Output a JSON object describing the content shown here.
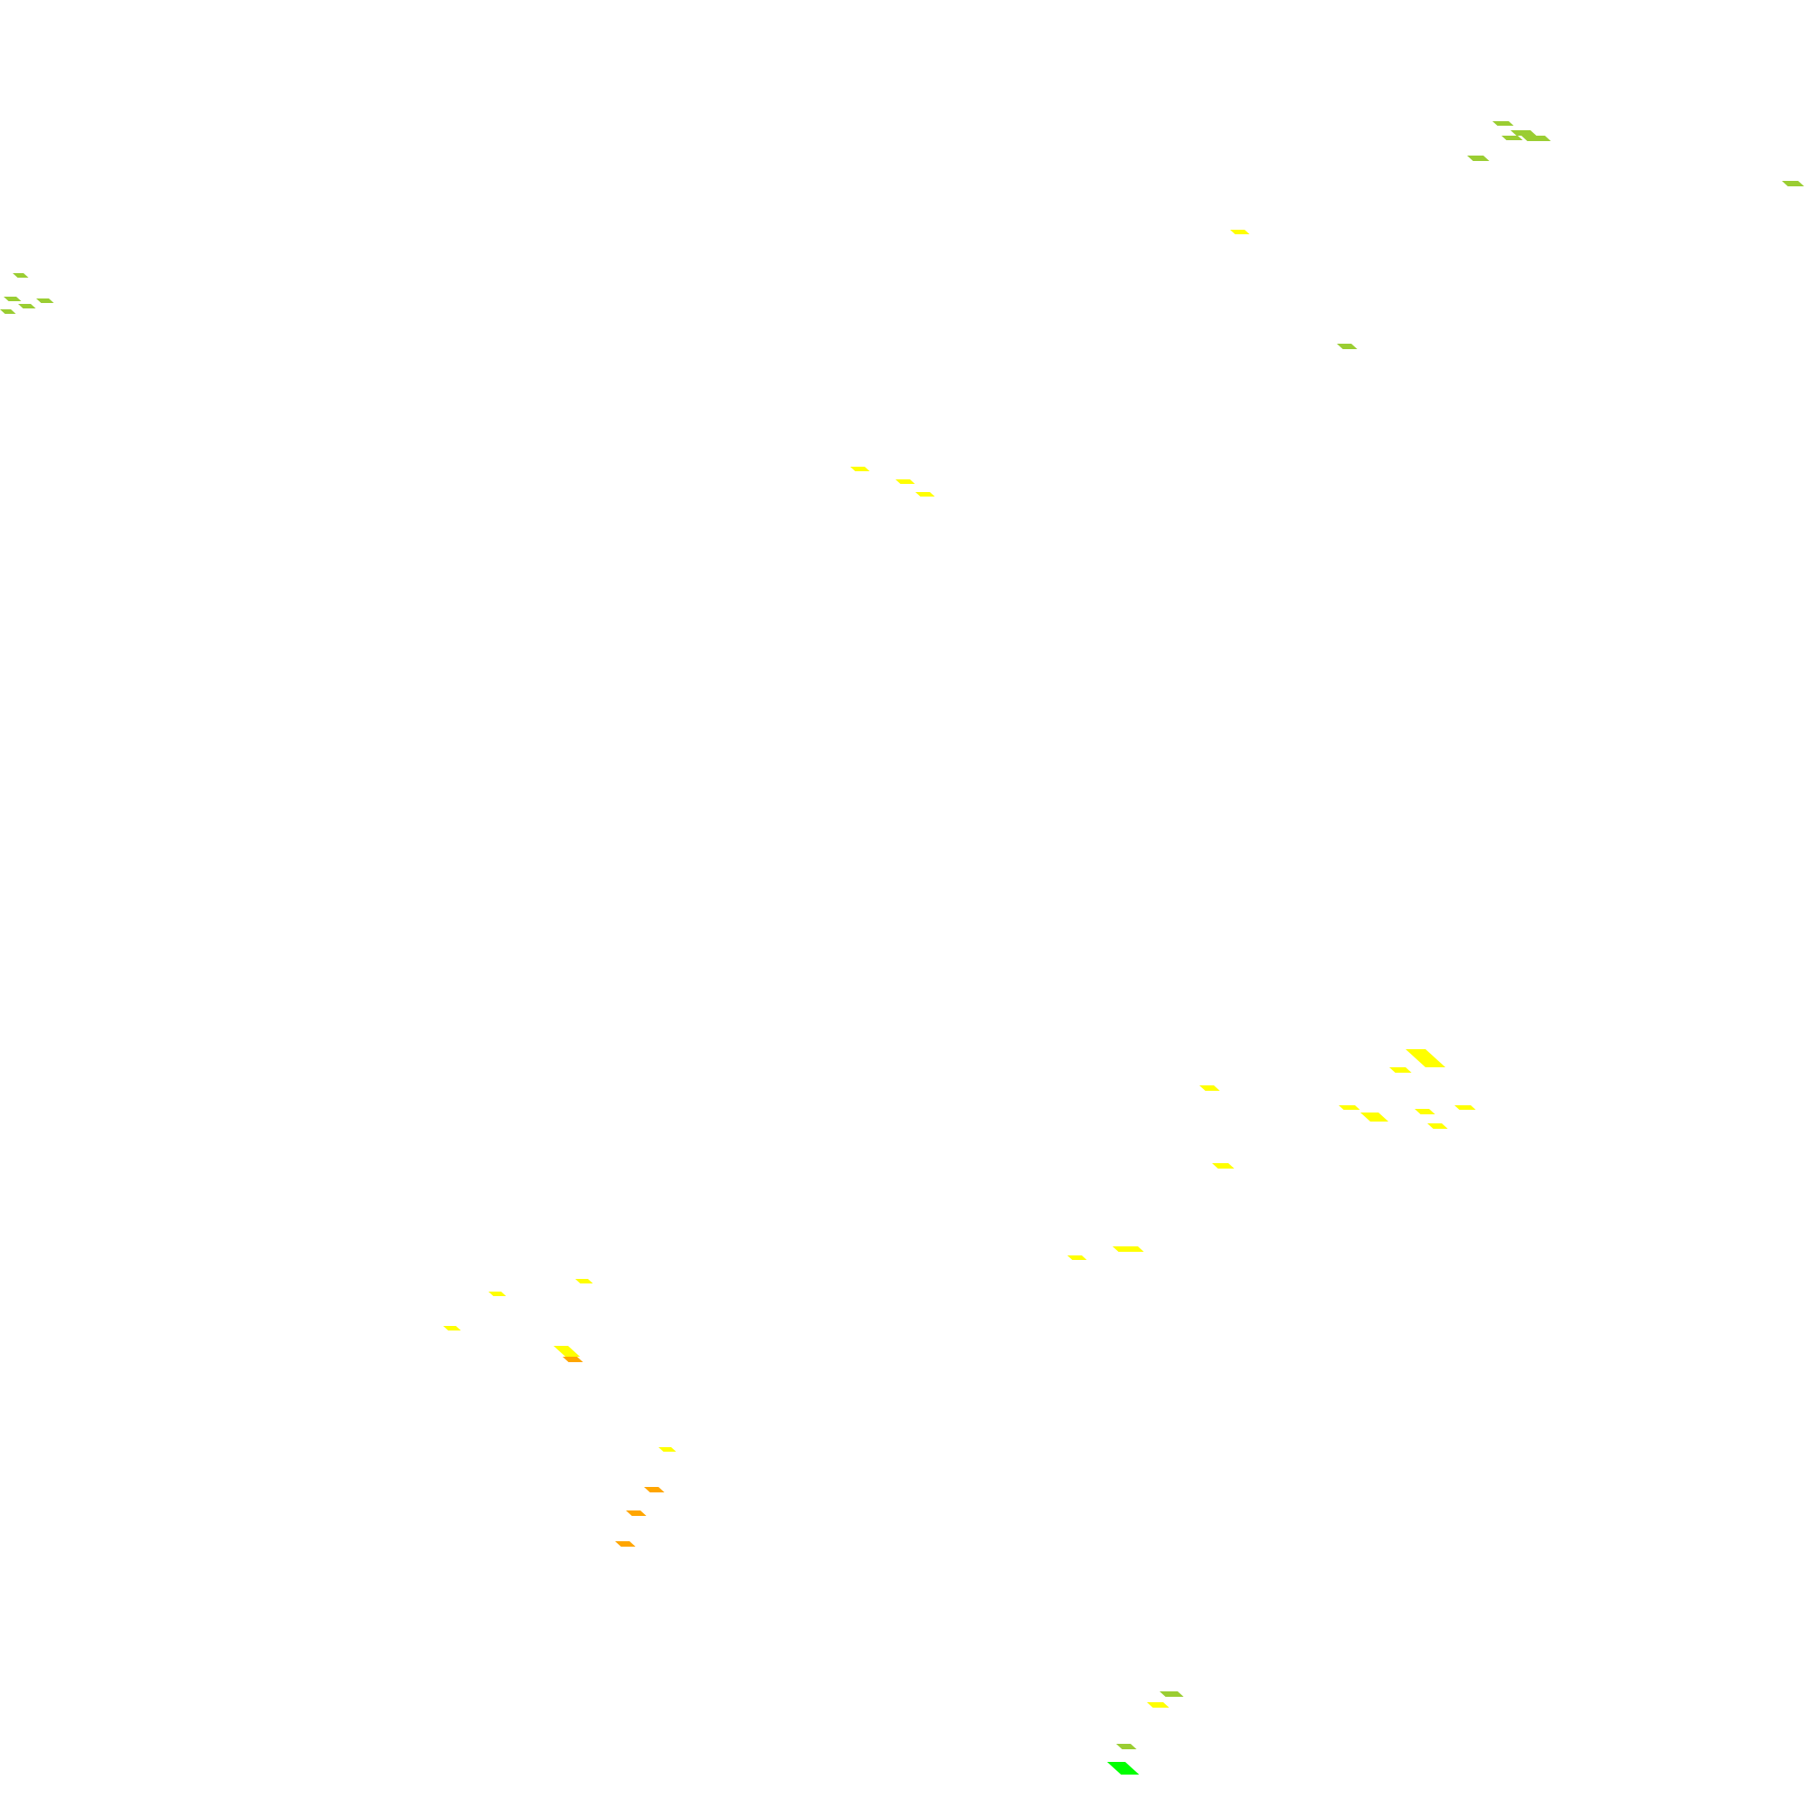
{
  "map": {
    "background": "#ffffff",
    "legend_colors": {
      "green": "#00ff00",
      "yellow_green": "#9acd32",
      "yellow": "#ffff00",
      "orange": "#ffa500"
    },
    "clusters": [
      {
        "name": "top-right-cluster",
        "tiles": [
          {
            "color": "#9acd32"
          },
          {
            "color": "#9acd32"
          },
          {
            "color": "#9acd32"
          },
          {
            "color": "#9acd32"
          },
          {
            "color": "#9acd32"
          },
          {
            "color": "#9acd32"
          }
        ]
      },
      {
        "name": "far-right-tile",
        "tiles": [
          {
            "color": "#9acd32"
          }
        ]
      },
      {
        "name": "top-left-edge-cluster",
        "tiles": [
          {
            "color": "#9acd32"
          },
          {
            "color": "#9acd32"
          },
          {
            "color": "#9acd32"
          },
          {
            "color": "#9acd32"
          },
          {
            "color": "#9acd32"
          }
        ]
      },
      {
        "name": "upper-center-tiles",
        "tiles": [
          {
            "color": "#ffff00"
          },
          {
            "color": "#9acd32"
          }
        ]
      },
      {
        "name": "center-left-cluster",
        "tiles": [
          {
            "color": "#ffff00"
          },
          {
            "color": "#ffff00"
          },
          {
            "color": "#ffff00"
          }
        ]
      },
      {
        "name": "right-mid-cluster",
        "tiles": [
          {
            "color": "#ffff00"
          },
          {
            "color": "#ffff00"
          },
          {
            "color": "#ffff00"
          },
          {
            "color": "#ffff00"
          },
          {
            "color": "#ffff00"
          },
          {
            "color": "#ffff00"
          },
          {
            "color": "#ffff00"
          },
          {
            "color": "#ffff00"
          },
          {
            "color": "#ffff00"
          },
          {
            "color": "#ffff00"
          },
          {
            "color": "#ffff00"
          }
        ]
      },
      {
        "name": "left-lower-cluster",
        "tiles": [
          {
            "color": "#ffff00"
          },
          {
            "color": "#ffff00"
          },
          {
            "color": "#ffff00"
          },
          {
            "color": "#ffff00"
          },
          {
            "color": "#ffa500"
          }
        ]
      },
      {
        "name": "lower-orange-cluster",
        "tiles": [
          {
            "color": "#ffff00"
          },
          {
            "color": "#ffa500"
          },
          {
            "color": "#ffa500"
          },
          {
            "color": "#ffa500"
          }
        ]
      },
      {
        "name": "bottom-cluster",
        "tiles": [
          {
            "color": "#9acd32"
          },
          {
            "color": "#ffff00"
          },
          {
            "color": "#9acd32"
          },
          {
            "color": "#00ff00"
          }
        ]
      }
    ]
  }
}
